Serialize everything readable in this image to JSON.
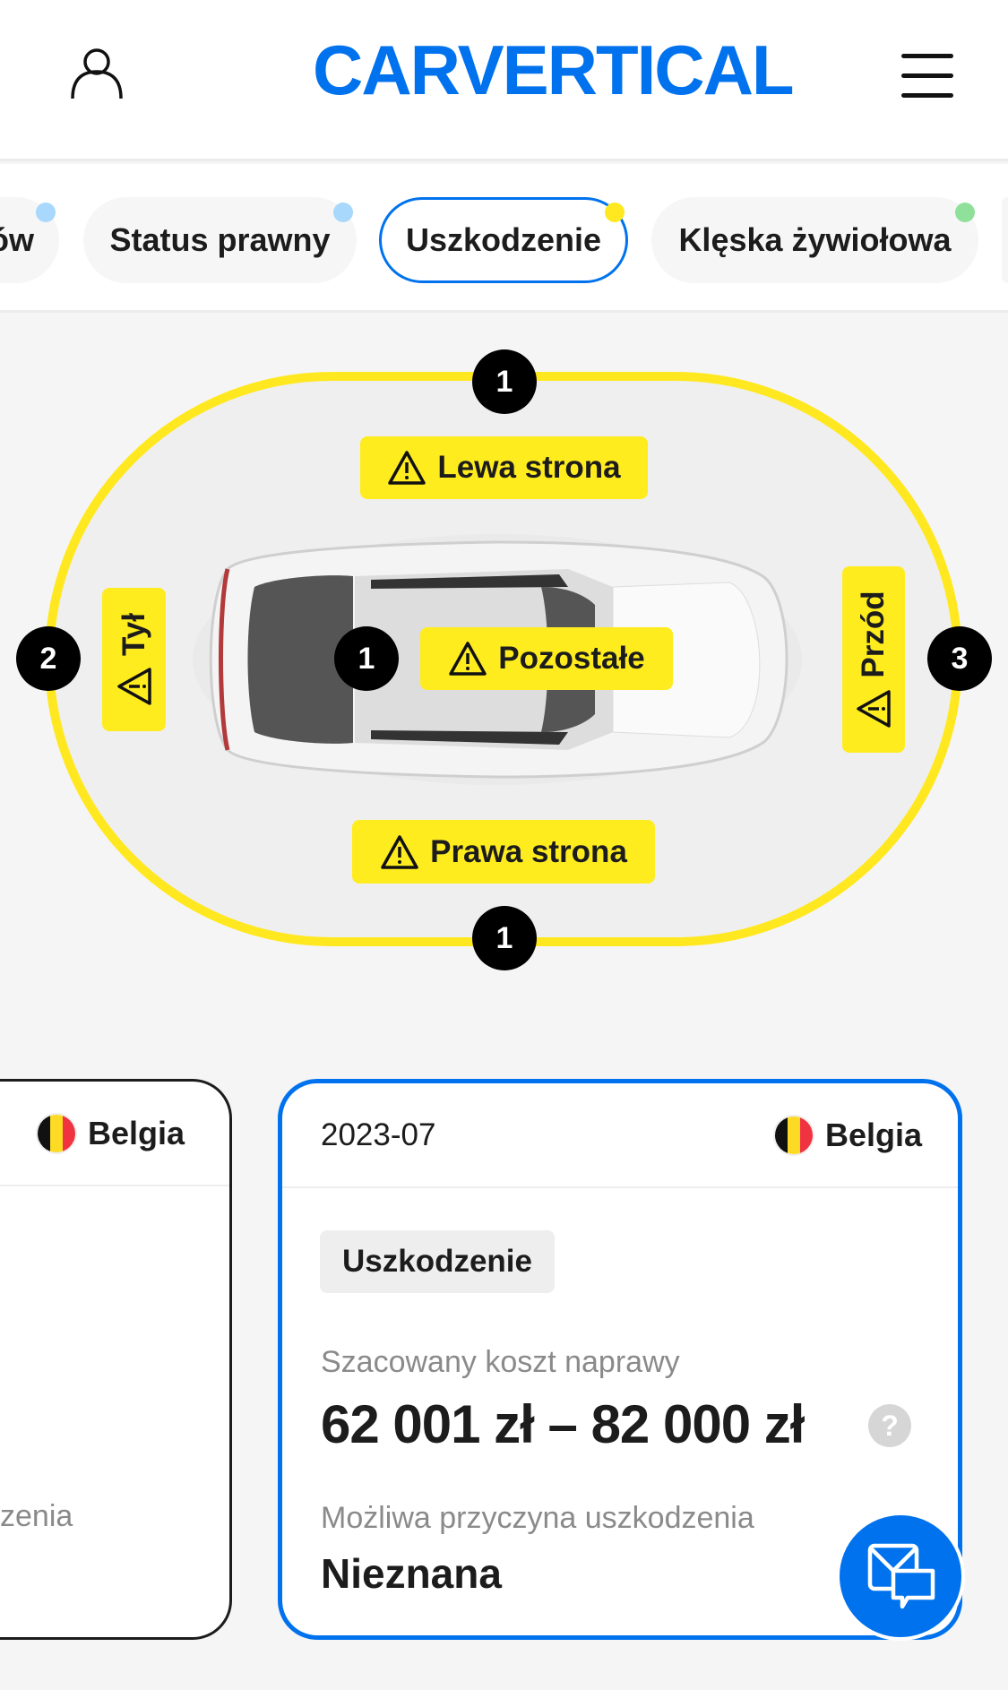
{
  "header": {
    "logo": "CARVERTICAL",
    "user_icon": "user-icon",
    "menu_icon": "hamburger-menu-icon"
  },
  "tabs": [
    {
      "label": "ów",
      "dot": "#a8d8fb"
    },
    {
      "label": "Status prawny",
      "dot": "#a8d8fb"
    },
    {
      "label": "Uszkodzenie",
      "dot": "#ffe81f",
      "active": true
    },
    {
      "label": "Klęska żywiołowa",
      "dot": "#8fe09a"
    }
  ],
  "diagram": {
    "left_side": {
      "label": "Lewa strona",
      "count": "1"
    },
    "rear": {
      "label": "Tył",
      "count": "2"
    },
    "other": {
      "label": "Pozostałe",
      "count": "1"
    },
    "front": {
      "label": "Przód",
      "count": "3"
    },
    "right_side": {
      "label": "Prawa strona",
      "count": "1"
    }
  },
  "cards": [
    {
      "country": "Belgia",
      "cause_label_partial": "zenia"
    },
    {
      "date": "2023-07",
      "country": "Belgia",
      "tag": "Uszkodzenie",
      "cost_label": "Szacowany koszt naprawy",
      "cost": "62 001 zł – 82 000 zł",
      "help": "?",
      "cause_label": "Możliwa przyczyna uszkodzenia",
      "cause": "Nieznana"
    }
  ],
  "colors": {
    "accent": "#0072ee",
    "warning": "#ffec1f"
  }
}
